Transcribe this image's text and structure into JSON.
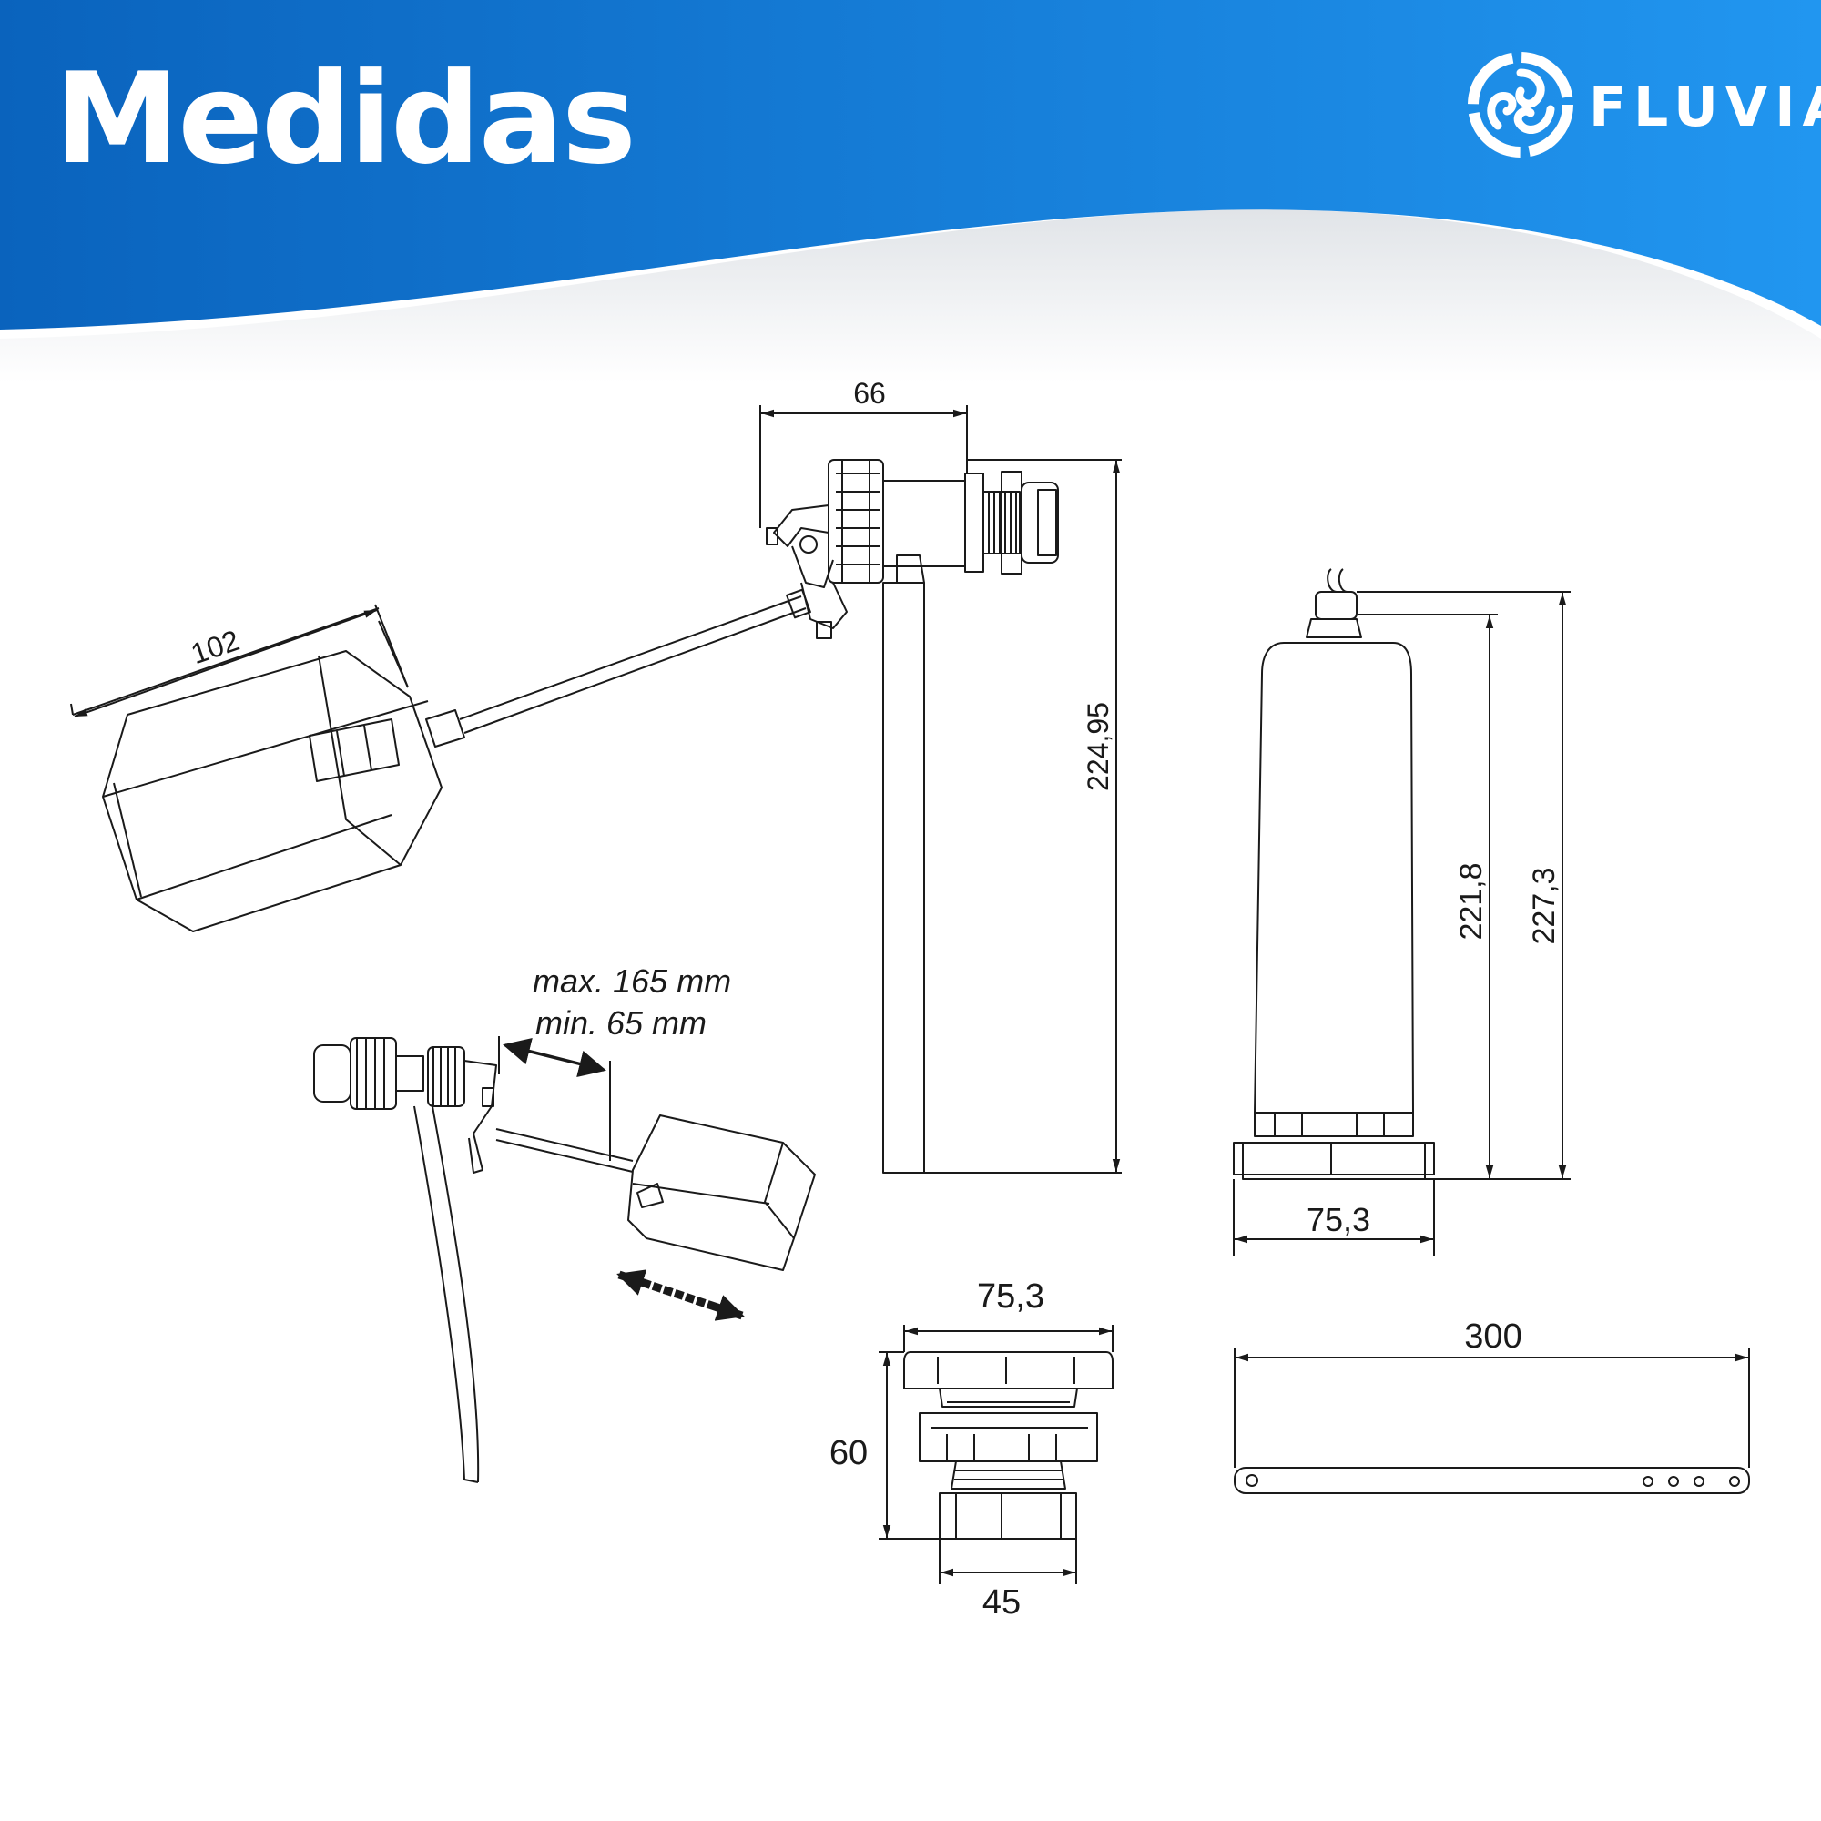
{
  "header": {
    "title": "Medidas",
    "brand": "FLUVIA",
    "colors": {
      "gradient_start": "#0a63bd",
      "gradient_end": "#2196f0",
      "text": "#ffffff"
    }
  },
  "drawing": {
    "line_color": "#1a1a1a",
    "valve": {
      "width": "66",
      "height": "224,95",
      "float_size": "102"
    },
    "adjustment": {
      "max": "max. 165 mm",
      "min": "min. 65 mm"
    },
    "cylinder": {
      "height_inner": "221,8",
      "height_total": "227,3",
      "base_width": "75,3"
    },
    "nut": {
      "top_width": "75,3",
      "height": "60",
      "bottom_width": "45"
    },
    "arm": {
      "length": "300"
    }
  }
}
